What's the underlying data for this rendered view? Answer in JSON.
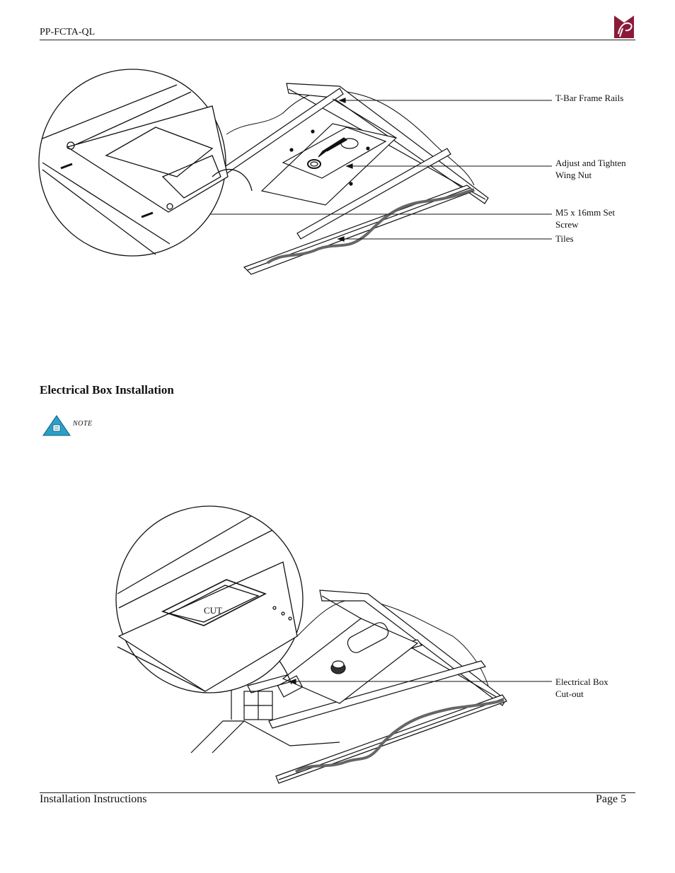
{
  "header": {
    "doc_code": "PP-FCTA-QL"
  },
  "figure1": {
    "callouts": {
      "rails": "T-Bar Frame Rails",
      "wing_line1": "Adjust and Tighten",
      "wing_line2": "Wing Nut",
      "screw_line1": "M5 x 16mm Set",
      "screw_line2": "Screw",
      "tiles": "Tiles"
    }
  },
  "section": {
    "title": "Electrical Box Installation"
  },
  "note": {
    "label": "NOTE"
  },
  "figure2": {
    "cut_label": "CUT",
    "callouts": {
      "box_line1": "Electrical Box",
      "box_line2": "Cut-out"
    }
  },
  "footer": {
    "left": "Installation Instructions",
    "right": "Page 5"
  },
  "colors": {
    "logo": "#8b1a3a",
    "note_icon": "#2aa0c8"
  }
}
